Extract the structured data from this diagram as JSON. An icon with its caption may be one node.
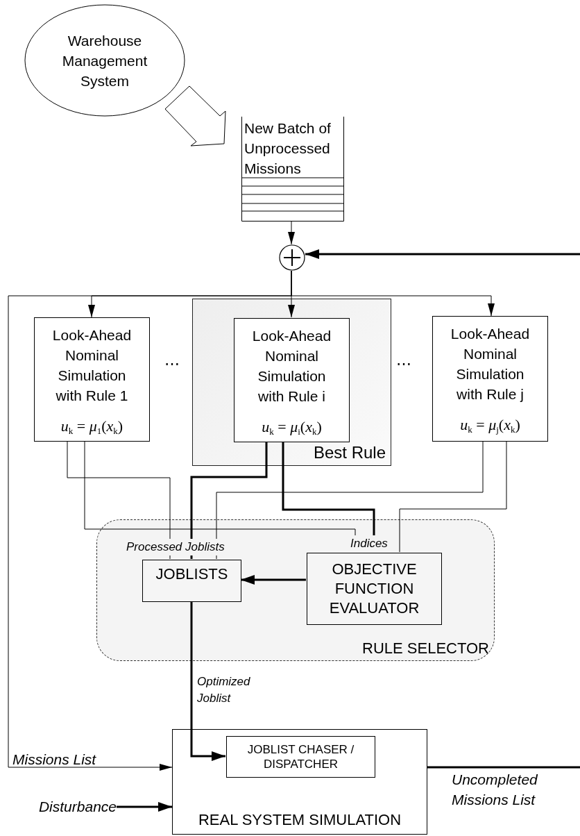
{
  "diagram": {
    "nodes": [
      {
        "text": [
          "Warehouse Management System"
        ]
      },
      {
        "text": [
          "New Batch of Unprocessed Missions"
        ]
      },
      {
        "text": [],
        "shape": "circle"
      },
      {
        "text": [
          "Look-Ahead Nominal Simulation with Rule 1",
          "*u*$_{k}$ = *μ*$_{1}$(*x*$_{k}$)"
        ]
      },
      {
        "text": [
          "Best Rule"
        ]
      },
      {
        "text": [
          "Look-Ahead Nominal Simulation with Rule i",
          "*u*$_{k}$ = *μ*$_{i}$(*x*$_{k}$)"
        ],
        "in": 4
      },
      {
        "text": [
          "Look-Ahead Nominal Simulation with Rule j",
          "*u*$_{k}$ = *μ*$_{j}$(*x*$_{k}$)"
        ]
      },
      {
        "text": [
          "RULE SELECTOR"
        ]
      },
      {
        "text": [
          "JOBLISTS"
        ],
        "in": 7
      },
      {
        "text": [
          "OBJECTIVE FUNCTION EVALUATOR"
        ],
        "in": 7
      },
      {
        "text": [
          "REAL SYSTEM SIMULATION"
        ]
      },
      {
        "text": [
          "JOBLIST CHASER / DISPATCHER"
        ],
        "in": 10
      },
      {
        "text": [
          "Disturbance"
        ]
      }
    ],
    "edges": [
      {
        "from": 0,
        "to": 1,
        "arrow": "to"
      },
      {
        "from": 1,
        "to": 2,
        "arrow": "to"
      },
      {
        "from": 2,
        "to": 3,
        "arrow": "to"
      },
      {
        "from": 2,
        "to": 5,
        "arrow": "to"
      },
      {
        "from": 2,
        "to": 6,
        "arrow": "to"
      },
      {
        "from": 2,
        "to": 10,
        "arrow": "to",
        "label": "Missions List"
      },
      {
        "from": null,
        "to": 2,
        "arrow": "to",
        "style": "thick"
      },
      {
        "from": 3,
        "to": 8,
        "arrow": "none"
      },
      {
        "from": 3,
        "to": 9,
        "arrow": "none"
      },
      {
        "from": 5,
        "to": 8,
        "arrow": "none",
        "style": "thick"
      },
      {
        "from": 5,
        "to": 9,
        "arrow": "none",
        "style": "thick"
      },
      {
        "from": 6,
        "to": 8,
        "arrow": "none"
      },
      {
        "from": 6,
        "to": 9,
        "arrow": "none"
      },
      {
        "from": 9,
        "to": 8,
        "arrow": "to",
        "style": "thick"
      },
      {
        "from": 8,
        "to": 11,
        "arrow": "to",
        "style": "thick",
        "label": "Optimized Joblist"
      },
      {
        "from": 12,
        "to": 10,
        "arrow": "to",
        "style": "thick"
      },
      {
        "from": 10,
        "to": null,
        "arrow": "none",
        "style": "thick",
        "label": "Uncompleted Missions List"
      }
    ],
    "labels": [
      "⋯",
      "⋯",
      "Processed Joblists",
      "Indices"
    ]
  }
}
